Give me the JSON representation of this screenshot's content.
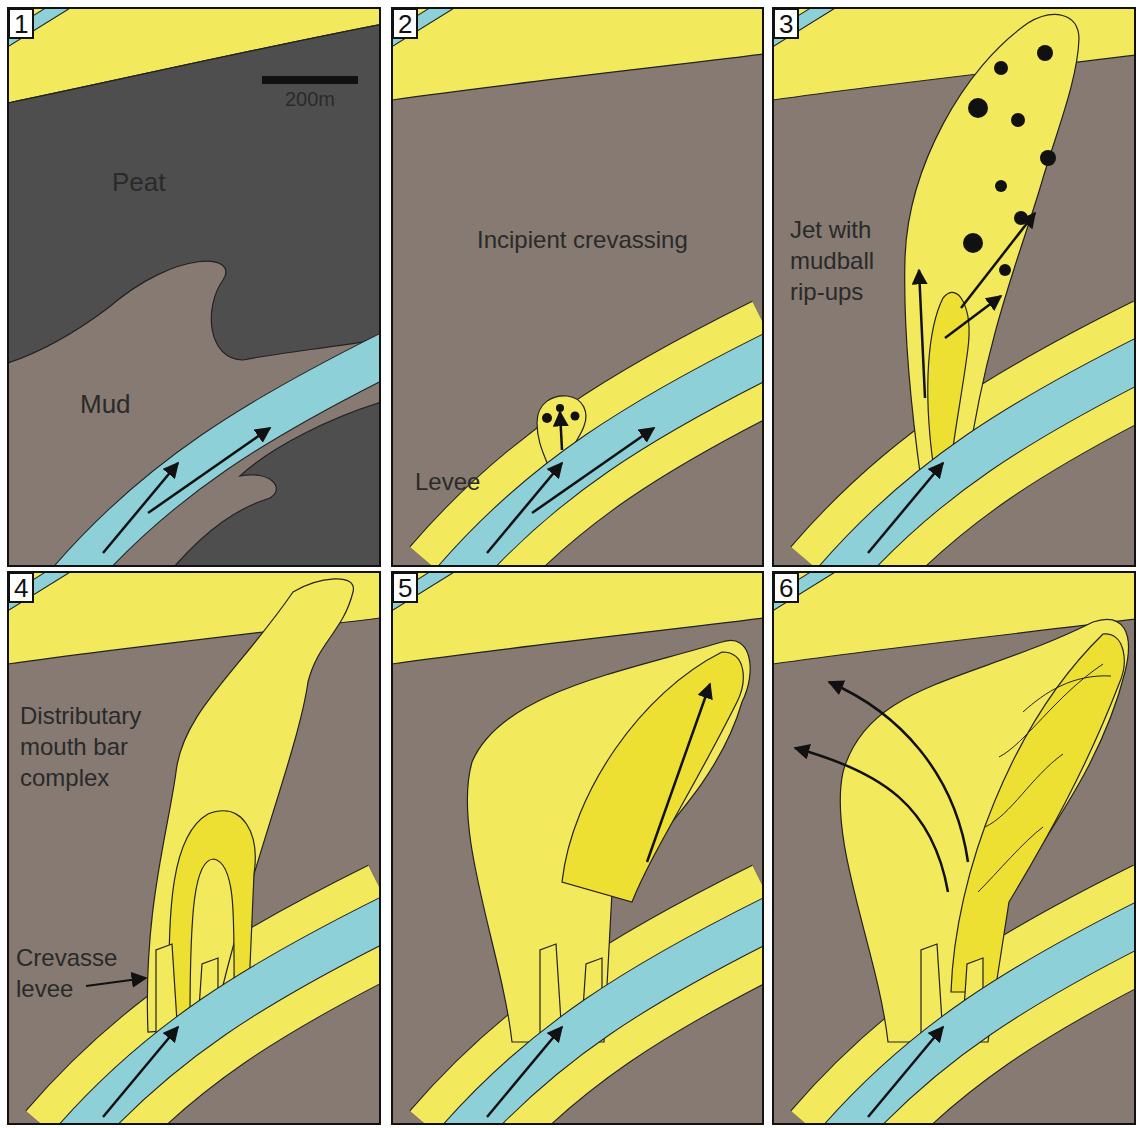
{
  "diagram": {
    "labels": [
      "1",
      "200m",
      "Peat",
      "Mud",
      "2",
      "Incipient crevassing",
      "Levee",
      "3",
      "Jet with mudball rip-ups",
      "4",
      "Distributary mouth bar complex",
      "Crevasse levee",
      "5",
      "6"
    ]
  }
}
